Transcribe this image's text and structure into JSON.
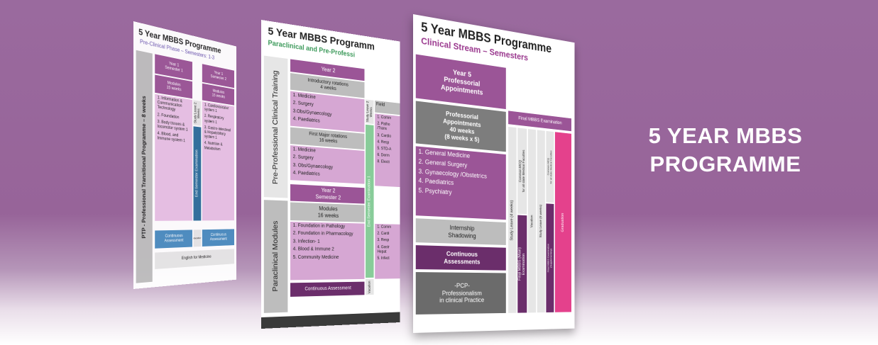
{
  "headline": {
    "line1": "5 YEAR MBBS",
    "line2": "PROGRAMME"
  },
  "slide1": {
    "title": "5 Year MBBS Programme",
    "subtitle": "Pre-Clinical Phase – Semesters: 1-3",
    "side_label": "PTP - Professional Transitional Programme – 8 weeks",
    "sem1_header": "Year 1\nSemester 1",
    "sem1_modules": "Modules\n15 weeks",
    "sem1_list": [
      "1. Information & Communication Technology",
      "2. Foundation",
      "3. Body tissues & locomotor system 1",
      "4. Blood, and Immune system 1"
    ],
    "study_leave": "Study Leave 2 Weeks",
    "end_sem_exam": "End Semester Examination",
    "sem2_header": "Year 1\nSemester 2",
    "sem2_modules": "Modules\n15 weeks",
    "sem2_list": [
      "1. Cardiovascular system 1",
      "2. Respiratory system 1",
      "3. Gastro-intestinal & Hepatobiliary system 1",
      "4. Nutrition & Metabolism"
    ],
    "continuous_assessment_1": "Continuous Assessment",
    "vacation": "Vacation",
    "continuous_assessment_2": "Continuous Assessment",
    "english": "English for Medicine"
  },
  "slide2": {
    "title": "5 Year MBBS Programm",
    "subtitle": "Paraclinical and Pre-Professi",
    "side_top": "Pre-Professional Clinical Training",
    "side_bottom": "Paraclinical Modules",
    "year2_header": "Year 2",
    "intro_rotations": "Introductory rotations\n4 weeks",
    "intro_list": [
      "1. Medicine",
      "2. Surgery",
      "3.Obs/Gynaecology",
      "4. Paediatrics"
    ],
    "first_major": "First Major rotations\n16 weeks",
    "major_list": [
      "1. Medicine",
      "2. Surgery",
      "3. Obs/Gynaecology",
      "4. Paediatrics"
    ],
    "sem2_header": "Year 2\nSemester 2",
    "modules": "Modules\n16 weeks",
    "modules_list": [
      "1. Foundation in Pathology",
      "2. Foundation in Pharmacology",
      "3. Infection- 1",
      "4. Blood & Immune 2",
      "5. Community Medicine"
    ],
    "continuous_assessment": "Continuous Assessment",
    "study_leave": "Study Leave 2 Weeks",
    "end_sem_exam": "End Semester Examination 1",
    "vacation": "Vacation",
    "field_header": "Field",
    "right_list_1": [
      "1. Comm",
      "2. Patho /Trans",
      "3. Cardio",
      "4. Resp",
      "5. STD-A",
      "6. Derm",
      "8. Electi"
    ],
    "right_list_2": [
      "1. Comm",
      "2. Cardi",
      "3. Resp",
      "4. Gastr Hepat",
      "5. Infect"
    ]
  },
  "slide3": {
    "title": "5 Year MBBS Programme",
    "subtitle": "Clinical Stream – Semesters",
    "year5_header": "Year 5\nProfessorial\nAppointments",
    "prof_appointments": "Professorial\nAppointments\n40 weeks\n(8 weeks x 5)",
    "prof_list": [
      "1. General Medicine",
      "2. General Surgery",
      "3. Gynaecology /Obstetrics",
      "4. Paediatrics",
      "5. Psychiatry"
    ],
    "internship": "Internship\nShadowing",
    "continuous_assessments": "Continuous\nAssessments",
    "pcp": "-PCP-\nProfessionalism\nin clinical Practice",
    "final_exam_header": "Final MBBS Examination",
    "study_leave_4": "Study Leave (4 weeks)",
    "common_mcq": "Common MCQ\nfor all state Medical Faculties",
    "final_main": "Final MBBS (Main)\nExamination",
    "vacation": "Vacation",
    "study_leave_6": "Study Leave (6 weeks)",
    "common_mcq_2": "Common MCQ\nfor all state Medical Faculties",
    "final_supp": "Final MBBS Examination\n(Supplementary)",
    "graduation": "Graduation"
  }
}
